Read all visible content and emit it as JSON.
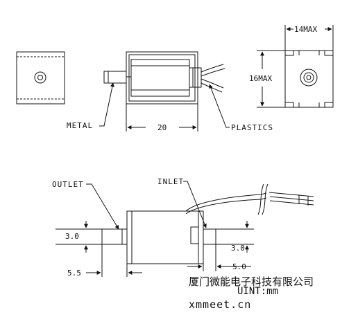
{
  "top_view": {
    "metal_label": "METAL",
    "plastics_label": "PLASTICS",
    "length_dim": "20",
    "height_dim": "16MAX",
    "width_dim": "14MAX"
  },
  "side_view": {
    "outlet_label": "OUTLET",
    "inlet_label": "INLET",
    "outlet_dim_diam": "3.0",
    "outlet_dim_len": "5.5",
    "inlet_dim_diam": "3.0",
    "inlet_dim_len": "5.0"
  },
  "watermark": {
    "company": "厦门微能电子科技有限公司",
    "url": "xmmeet.cn"
  },
  "unit_note": "UINT:mm"
}
